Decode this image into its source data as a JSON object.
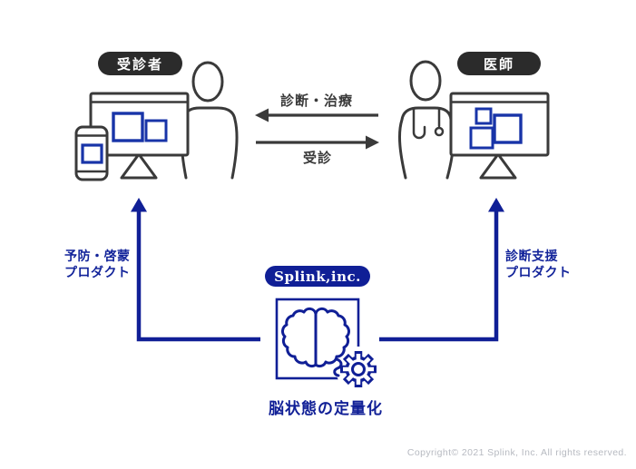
{
  "actors": {
    "patient": {
      "label": "受診者"
    },
    "doctor": {
      "label": "医師"
    }
  },
  "exchange": {
    "to_patient_label": "診断・治療",
    "to_doctor_label": "受診"
  },
  "products": {
    "left": {
      "line1": "予防・啓蒙",
      "line2": "プロダクト"
    },
    "right": {
      "line1": "診断支援",
      "line2": "プロダクト"
    }
  },
  "company": {
    "badge": "Splink,inc.",
    "caption": "脳状態の定量化"
  },
  "footer": {
    "copyright": "Copyright© 2021 Splink, Inc. All rights reserved."
  },
  "icons": {
    "patient_side": [
      "person-icon",
      "monitor-dashboard-icon",
      "smartphone-icon"
    ],
    "doctor_side": [
      "person-icon",
      "stethoscope-icon",
      "monitor-dashboard-icon"
    ],
    "center": [
      "brain-icon",
      "gear-icon"
    ],
    "arrows": [
      "arrow-left-icon",
      "arrow-right-icon",
      "arrow-up-icon"
    ]
  },
  "colors": {
    "brand_navy": "#101f96",
    "screen_blue": "#1834a8",
    "outline_dark": "#3a3a3a",
    "badge_black": "#2b2b2b",
    "copyright_gray": "#b7bac1",
    "background": "#ffffff"
  }
}
